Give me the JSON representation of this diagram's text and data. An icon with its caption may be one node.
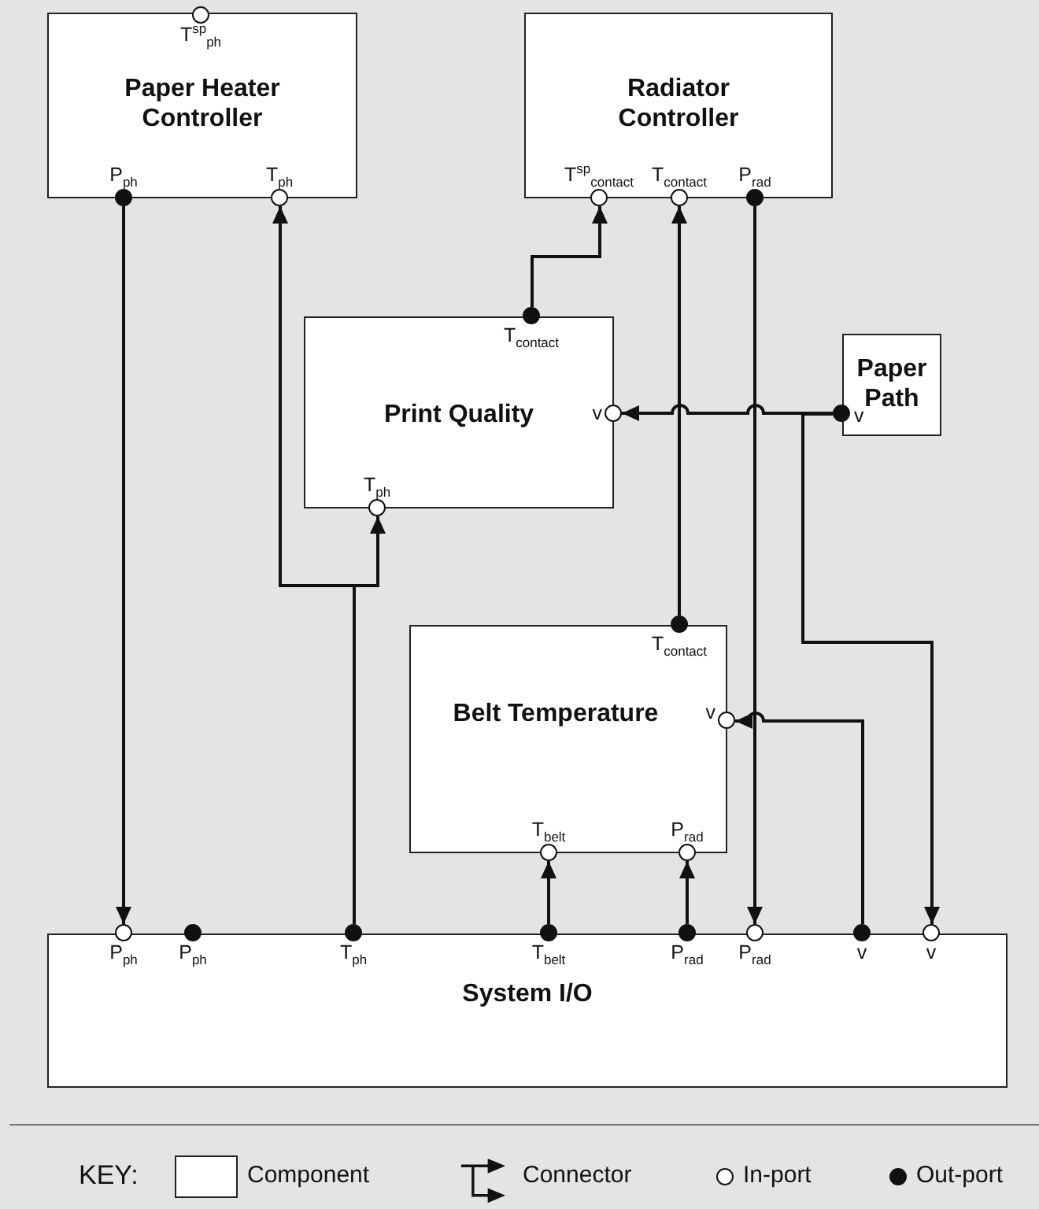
{
  "diagram": {
    "nodes": [
      {
        "text": [
          "Paper Heater Controller"
        ]
      },
      {
        "text": [],
        "shape": "circle",
        "in": 0,
        "beside": [
          "T$^{sp}$$_{ph}$"
        ]
      },
      {
        "text": [],
        "shape": "dot",
        "in": 0,
        "beside": [
          "P$_{ph}$"
        ]
      },
      {
        "text": [],
        "shape": "circle",
        "in": 0,
        "beside": [
          "T$_{ph}$"
        ]
      },
      {
        "text": [
          "Radiator Controller"
        ]
      },
      {
        "text": [],
        "shape": "circle",
        "in": 4,
        "beside": [
          "T$^{sp}$$_{contact}$"
        ]
      },
      {
        "text": [],
        "shape": "circle",
        "in": 4,
        "beside": [
          "T$_{contact}$"
        ]
      },
      {
        "text": [],
        "shape": "dot",
        "in": 4,
        "beside": [
          "P$_{rad}$"
        ]
      },
      {
        "text": [
          "Print Quality"
        ]
      },
      {
        "text": [],
        "shape": "dot",
        "in": 8,
        "beside": [
          "T$_{contact}$"
        ]
      },
      {
        "text": [],
        "shape": "circle",
        "in": 8,
        "beside": [
          "v"
        ]
      },
      {
        "text": [],
        "shape": "circle",
        "in": 8,
        "beside": [
          "T$_{ph}$"
        ]
      },
      {
        "text": [
          "Paper Path"
        ]
      },
      {
        "text": [],
        "shape": "dot",
        "in": 12,
        "beside": [
          "v"
        ]
      },
      {
        "text": [
          "Belt Temperature"
        ]
      },
      {
        "text": [],
        "shape": "dot",
        "in": 14,
        "beside": [
          "T$_{contact}$"
        ]
      },
      {
        "text": [],
        "shape": "circle",
        "in": 14,
        "beside": [
          "v"
        ]
      },
      {
        "text": [],
        "shape": "circle",
        "in": 14,
        "beside": [
          "T$_{belt}$"
        ]
      },
      {
        "text": [],
        "shape": "circle",
        "in": 14,
        "beside": [
          "P$_{rad}$"
        ]
      },
      {
        "text": [
          "System I/O"
        ]
      },
      {
        "text": [],
        "shape": "circle",
        "in": 19,
        "beside": [
          "P$_{ph}$"
        ]
      },
      {
        "text": [],
        "shape": "dot",
        "in": 19,
        "beside": [
          "P$_{ph}$"
        ]
      },
      {
        "text": [],
        "shape": "dot",
        "in": 19,
        "beside": [
          "T$_{ph}$"
        ]
      },
      {
        "text": [],
        "shape": "dot",
        "in": 19,
        "beside": [
          "T$_{belt}$"
        ]
      },
      {
        "text": [],
        "shape": "dot",
        "in": 19,
        "beside": [
          "P$_{rad}$"
        ]
      },
      {
        "text": [],
        "shape": "circle",
        "in": 19,
        "beside": [
          "P$_{rad}$"
        ]
      },
      {
        "text": [],
        "shape": "dot",
        "in": 19,
        "beside": [
          "v"
        ]
      },
      {
        "text": [],
        "shape": "circle",
        "in": 19,
        "beside": [
          "v"
        ]
      }
    ],
    "edges": [
      {
        "from": 2,
        "to": 20,
        "arrow": "to"
      },
      {
        "from": 22,
        "to": 3,
        "arrow": "to"
      },
      {
        "from": 22,
        "to": 11,
        "arrow": "to"
      },
      {
        "from": 9,
        "to": 5,
        "arrow": "to"
      },
      {
        "from": 15,
        "to": 6,
        "arrow": "to"
      },
      {
        "from": 7,
        "to": 25,
        "arrow": "to"
      },
      {
        "from": 13,
        "to": 10,
        "arrow": "to"
      },
      {
        "from": 13,
        "to": 27,
        "arrow": "to"
      },
      {
        "from": 26,
        "to": 16,
        "arrow": "to"
      },
      {
        "from": 23,
        "to": 17,
        "arrow": "to"
      },
      {
        "from": 24,
        "to": 18,
        "arrow": "to"
      }
    ],
    "labels": [
      "KEY:"
    ],
    "legend": [
      {
        "text": "Component"
      },
      {
        "text": "Connector"
      },
      {
        "text": "In-port"
      },
      {
        "text": "Out-port"
      }
    ]
  }
}
